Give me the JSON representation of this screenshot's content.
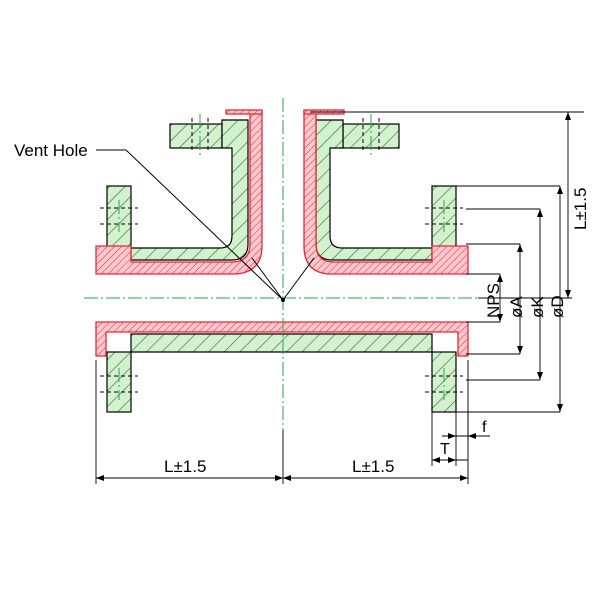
{
  "labels": {
    "vent_hole": "Vent Hole",
    "left_length": "L±1.5",
    "right_length": "L±1.5",
    "branch_length": "L±1.5",
    "nps": "NPS",
    "dia_a": "øA",
    "dia_k": "øK",
    "dia_d": "øD",
    "thickness": "T",
    "face": "f"
  },
  "colors": {
    "hatch": "#2f7f2f",
    "body_fill": "#d3f0cf",
    "liner": "#e8283a",
    "liner_fill": "#f9c9cd",
    "centerline": "#2aa64a",
    "outline": "#000000"
  }
}
